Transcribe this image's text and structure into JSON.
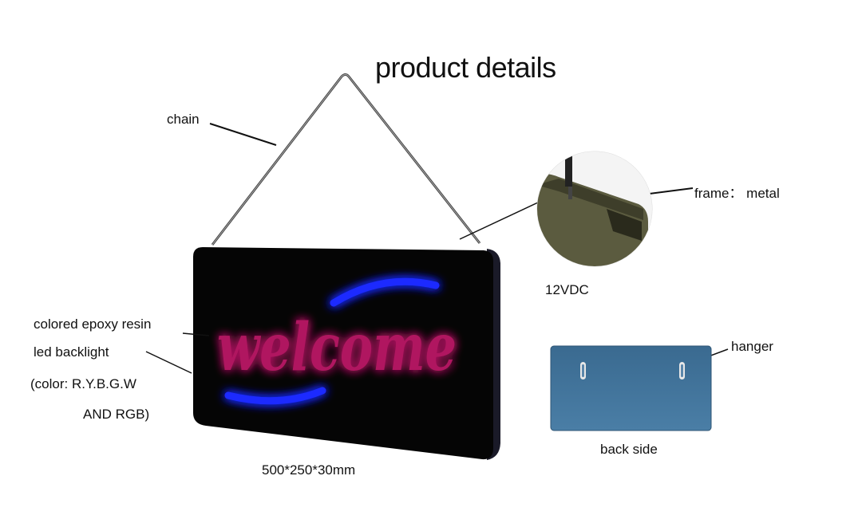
{
  "title": "product details",
  "labels": {
    "chain": "chain",
    "frame": "frame： metal",
    "voltage": "12VDC",
    "epoxy": "colored epoxy resin",
    "backlight": "led backlight",
    "color_line1": "(color: R.Y.B.G.W",
    "color_line2": "AND RGB)",
    "hanger": "hanger",
    "back_side": "back side",
    "dimensions": "500*250*30mm"
  },
  "sign": {
    "text": "welcome",
    "text_color": "#c0125a",
    "glow_color": "#7a2cff",
    "arc_color": "#1e2bff",
    "body_color": "#050505"
  },
  "backplate_color": "#3f6f95",
  "frame_detail_color": "#5a5a3e"
}
